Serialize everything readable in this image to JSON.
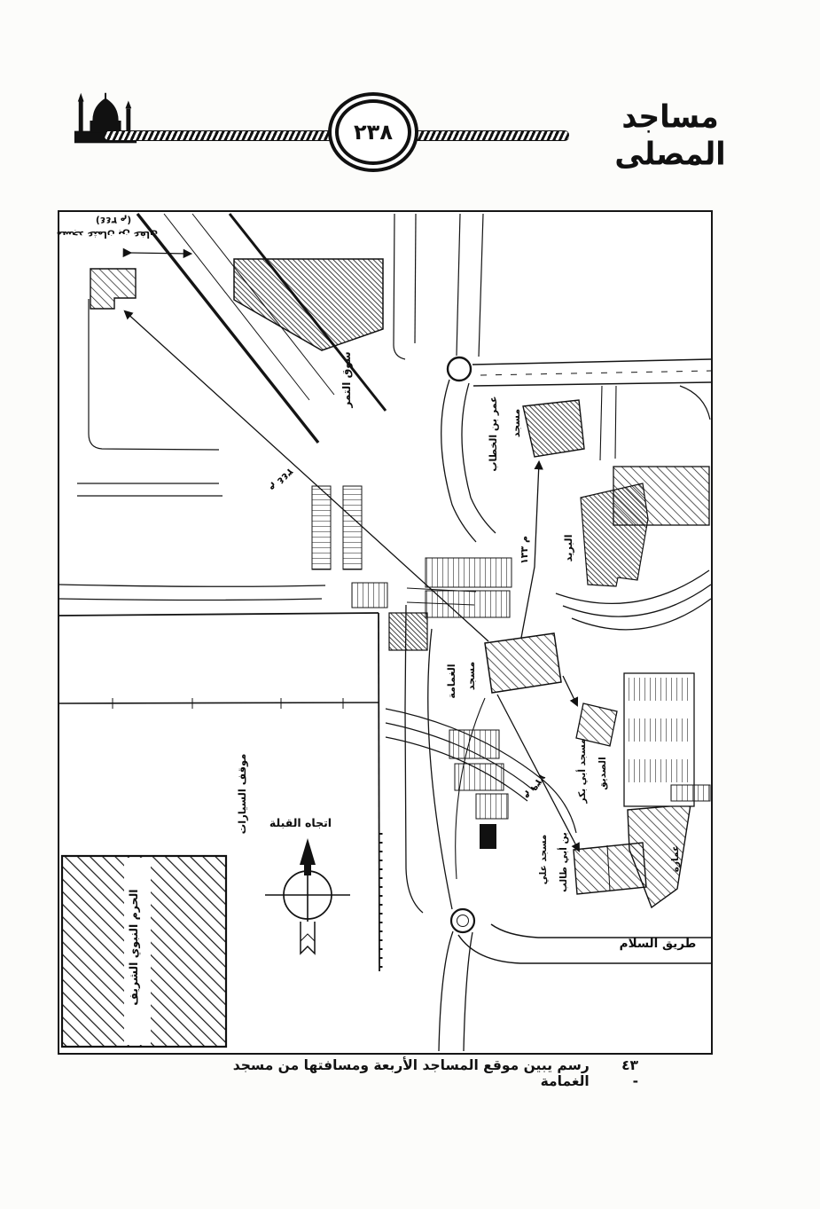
{
  "header": {
    "title": "مساجد المصلى",
    "page_number": "٢٣٨"
  },
  "map": {
    "annotation_top_left": {
      "line1": "مسجد عثمان بن عفان",
      "line2": "(٣٤٤ م)"
    },
    "labels": {
      "suq": "سوق التمر",
      "umar_word1": "مسجد",
      "umar_word2": "عمر بن الخطاب",
      "bareed": "البريد",
      "ghamama_word1": "مسجد",
      "ghamama_word2": "الغمامة",
      "abubakr_word1": "مسجد أبي بكر",
      "abubakr_word2": "الصديق",
      "ali_word1": "مسجد علي",
      "ali_word2": "بن أبي طالب",
      "imara": "عمارة",
      "parking": "موقف السيارات",
      "qibla": "اتجاه القبلة",
      "haram": "الحرم النبوي الشريف",
      "salam_road": "طريق السلام"
    },
    "distances": {
      "d344": "م ٣٤٤",
      "d133": "م ١٣٣",
      "d239": "م ٢٣٩"
    }
  },
  "caption": {
    "number": "٤٣ -",
    "text": "رسم يبين موقع المساجد الأربعة  ومسافتها من مسجد الغمامة"
  },
  "colors": {
    "ink": "#111111",
    "paper": "#fcfcfa"
  }
}
